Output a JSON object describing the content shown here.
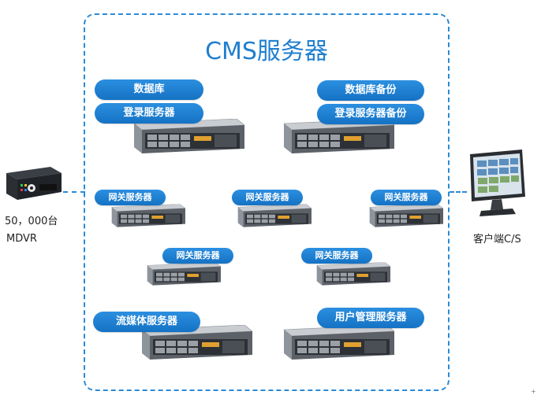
{
  "title": "CMS服务器",
  "servers": {
    "db": "数据库",
    "login": "登录服务器",
    "db_backup": "数据库备份",
    "login_backup": "登录服务器备份",
    "gateway_1": "网关服务器",
    "gateway_2": "网关服务器",
    "gateway_3": "网关服务器",
    "gateway_4": "网关服务器",
    "gateway_5": "网关服务器",
    "streaming": "流媒体服务器",
    "user_mgmt": "用户管理服务器"
  },
  "left_device": {
    "count_label": "50，000台",
    "name": "MDVR"
  },
  "right_device": {
    "name": "客户端C/S"
  },
  "colors": {
    "accent": "#1f7fcf",
    "pill": "#1a7dd0",
    "dashed": "#2a8ad6"
  },
  "mark": "+"
}
